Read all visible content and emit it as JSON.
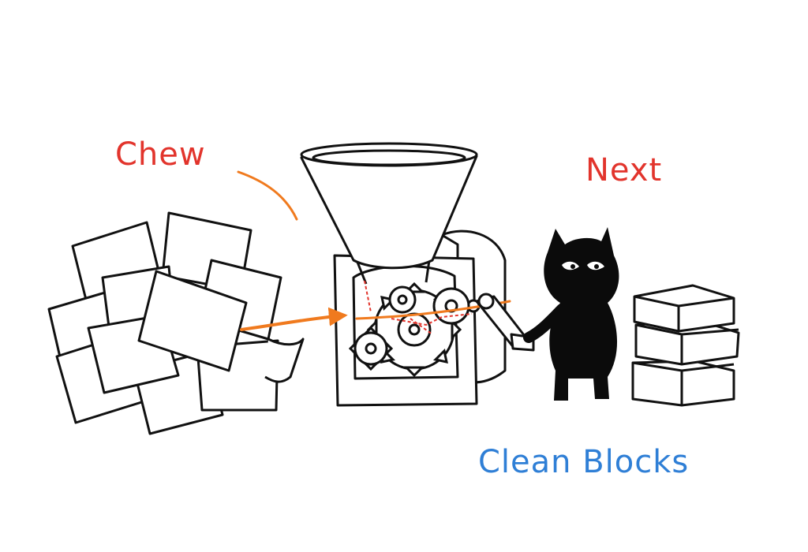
{
  "labels": {
    "chew": "Chew",
    "next": "Next",
    "clean_blocks": "Clean Blocks"
  },
  "colors": {
    "chew": "#e2342c",
    "next": "#e2342c",
    "clean_blocks": "#2f7fd6",
    "arrow": "#f07a1e",
    "ink": "#111111",
    "cat": "#0b0b0b",
    "cat_eye": "#ffffff"
  }
}
